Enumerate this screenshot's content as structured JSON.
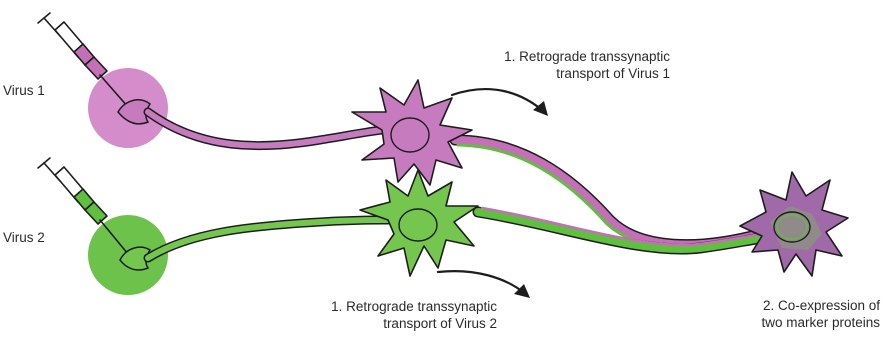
{
  "labels": {
    "virus1": "Virus 1",
    "virus2": "Virus 2",
    "transport1_line1": "1. Retrograde transsynaptic",
    "transport1_line2": "transport of Virus 1",
    "transport2_line1": "1. Retrograde transsynaptic",
    "transport2_line2": "transport of Virus 2",
    "coexpression_line1": "2. Co-expression of",
    "coexpression_line2": "two marker proteins"
  },
  "colors": {
    "virus1_injection_site": "#d48ccb",
    "virus1_neuron": "#c77bbf",
    "virus1_fluid": "#c46fb8",
    "virus2_injection_site": "#6cc24a",
    "virus2_neuron": "#74c64f",
    "virus2_fluid": "#5fbf3f",
    "coexpressing_neuron": "#a06aa8",
    "outline": "#1d1d1d",
    "text": "#2a2a2a"
  },
  "icons": {
    "syringe1": "syringe-icon",
    "syringe2": "syringe-icon",
    "arrow1": "curved-arrow-icon",
    "arrow2": "curved-arrow-icon"
  }
}
